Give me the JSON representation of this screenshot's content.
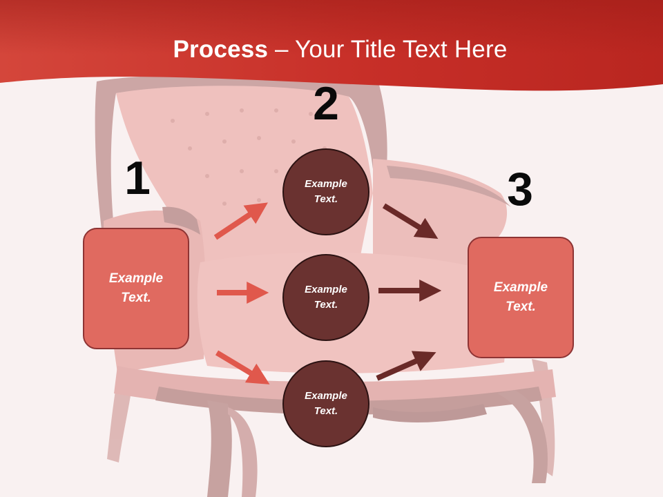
{
  "slide": {
    "title_strong": "Process",
    "title_rest": " – Your Title Text Here",
    "steps": [
      {
        "number": "1",
        "text": "Example\nText."
      },
      {
        "number": "2",
        "text": "Example\nText."
      },
      {
        "number": "3",
        "text": "Example\nText."
      }
    ],
    "circles": [
      {
        "text": "Example\nText."
      },
      {
        "text": "Example\nText."
      },
      {
        "text": "Example\nText."
      }
    ]
  },
  "colors": {
    "banner": "#c9302a",
    "box_fill": "#e06a60",
    "circle_fill": "#6a3230",
    "arrow_left": "#e0584c",
    "arrow_right": "#6a2a28"
  }
}
